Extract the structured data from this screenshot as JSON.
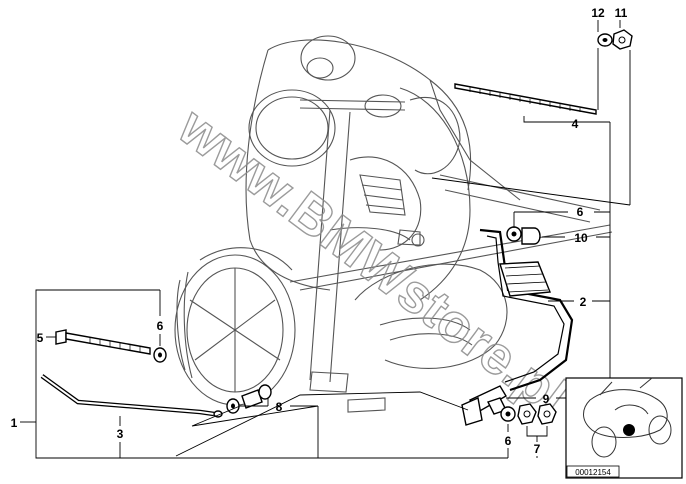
{
  "watermark": "www.BMWstore.pl",
  "part_numbers": {
    "p1": "1",
    "p2": "2",
    "p3": "3",
    "p4": "4",
    "p5": "5",
    "p6a": "6",
    "p6b": "6",
    "p6c": "6",
    "p7": "7",
    "p8": "8",
    "p9": "9",
    "p10": "10",
    "p11": "11",
    "p12": "12"
  },
  "inset_code": "00012154",
  "colors": {
    "lines": "#000000",
    "bike": "#555555",
    "watermark": "#8a8a8a",
    "marker": "#000000"
  }
}
